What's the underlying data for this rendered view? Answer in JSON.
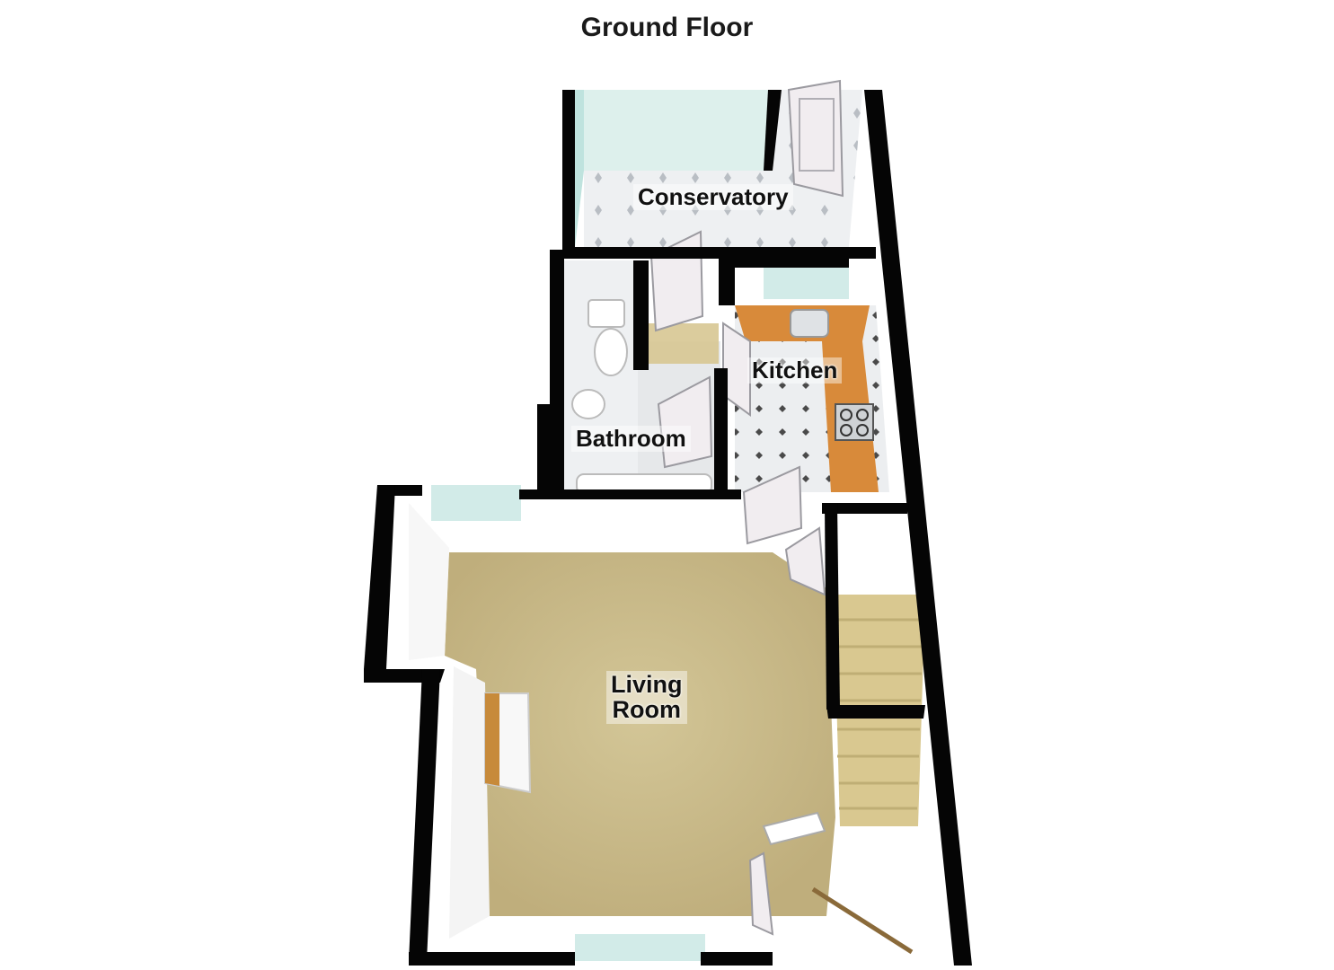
{
  "title": "Ground Floor",
  "rooms": {
    "conservatory": "Conservatory",
    "kitchen": "Kitchen",
    "bathroom": "Bathroom",
    "living_room_line1": "Living",
    "living_room_line2": "Room"
  },
  "colors": {
    "wall": "#050505",
    "wall_face": "#f7f7f7",
    "carpet": "#cbbd8e",
    "tile": "#e9ecef",
    "worktop": "#d88a3a",
    "glass": "#bfe3de",
    "door": "#f1edf0"
  }
}
